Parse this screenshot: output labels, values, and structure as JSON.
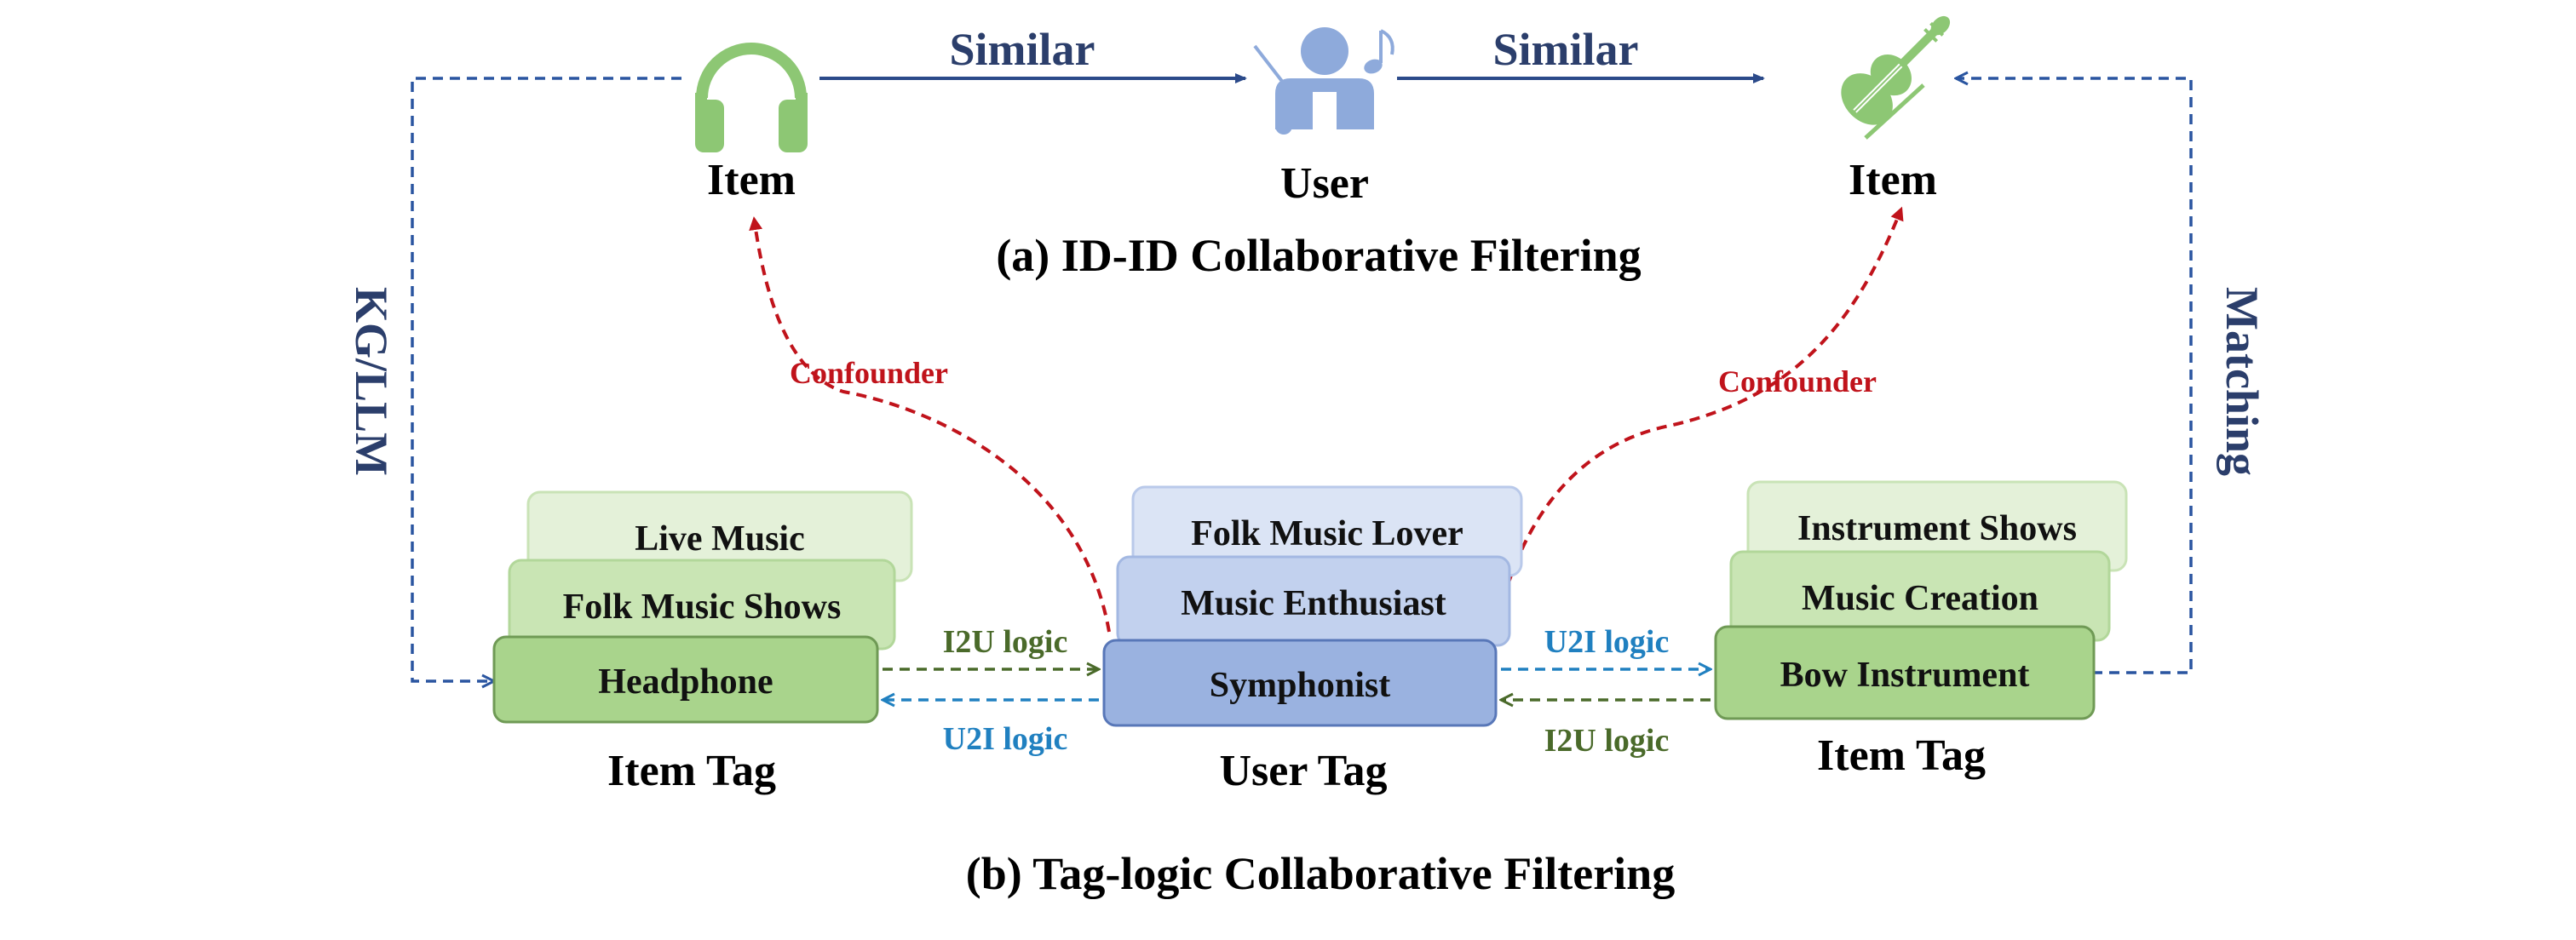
{
  "top": {
    "item_left_label": "Item",
    "user_label": "User",
    "item_right_label": "Item",
    "similar_left": "Similar",
    "similar_right": "Similar",
    "caption": "(a) ID-ID Collaborative Filtering",
    "icons": [
      "headphones-icon",
      "user-conductor-icon",
      "music-note-icon",
      "violin-icon"
    ]
  },
  "side": {
    "left": "KG/LLM",
    "right": "Matching"
  },
  "confounders": {
    "left": "Confounder",
    "right": "Confounder"
  },
  "left_stack": {
    "back": "Live Music",
    "middle": "Folk Music Shows",
    "front": "Headphone",
    "label": "Item Tag"
  },
  "center_stack": {
    "back": "Folk Music Lover",
    "middle": "Music Enthusiast",
    "front": "Symphonist",
    "label": "User Tag"
  },
  "right_stack": {
    "back": "Instrument Shows",
    "middle": "Music Creation",
    "front": "Bow Instrument",
    "label": "Item Tag"
  },
  "logic": {
    "left_top": "I2U logic",
    "left_bottom": "U2I logic",
    "right_top": "U2I logic",
    "right_bottom": "I2U logic"
  },
  "colors": {
    "dark_blue": "#2b3e6b",
    "dashed_blue": "#2a55a0",
    "confounder_red": "#c0131b",
    "u2i_blue": "#2080c0",
    "i2u_green": "#4a6a2a",
    "icon_green": "#8dc774",
    "icon_blue": "#8eaadb"
  },
  "bottom_caption": "(b) Tag-logic Collaborative Filtering"
}
